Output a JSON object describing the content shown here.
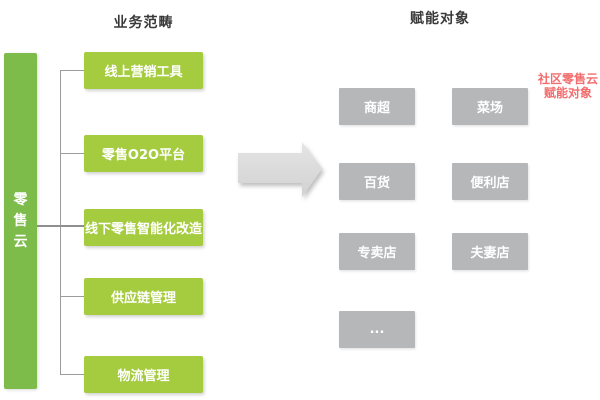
{
  "diagram": {
    "left_header": "业务范畴",
    "right_header": "赋能对象",
    "root": {
      "label": "零售云"
    },
    "business": {
      "items": [
        {
          "label": "线上营销工具"
        },
        {
          "label": "零售O2O平台"
        },
        {
          "label": "线下零售智能化改造"
        },
        {
          "label": "供应链管理"
        },
        {
          "label": "物流管理"
        }
      ]
    },
    "targets": {
      "items": [
        {
          "label": "商超"
        },
        {
          "label": "菜场"
        },
        {
          "label": "百货"
        },
        {
          "label": "便利店"
        },
        {
          "label": "专卖店"
        },
        {
          "label": "夫妻店"
        },
        {
          "label": "..."
        }
      ]
    },
    "annotation": {
      "line1": "社区零售云",
      "line2": "赋能对象"
    },
    "colors": {
      "bar_green": "#7dbb4b",
      "box_green": "#a5cb3f",
      "target_gray": "#b5b7b9",
      "line_gray": "#9c9c9c",
      "arrow_gray": "#d9d9d9",
      "annotation_red": "#f26d6d",
      "header_text": "#3a3a3a",
      "label_text": "#ffffff"
    }
  }
}
